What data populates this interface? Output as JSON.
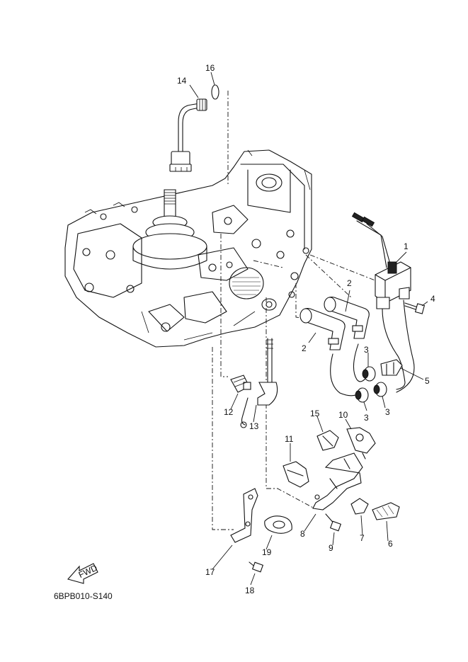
{
  "diagram": {
    "code": "6BPB010-S140",
    "fwd_label": "FWD",
    "callouts": [
      {
        "id": "c1",
        "label": "1"
      },
      {
        "id": "c2a",
        "label": "2"
      },
      {
        "id": "c2b",
        "label": "2"
      },
      {
        "id": "c3a",
        "label": "3"
      },
      {
        "id": "c3b",
        "label": "3"
      },
      {
        "id": "c3c",
        "label": "3"
      },
      {
        "id": "c4",
        "label": "4"
      },
      {
        "id": "c5",
        "label": "5"
      },
      {
        "id": "c6",
        "label": "6"
      },
      {
        "id": "c7",
        "label": "7"
      },
      {
        "id": "c8",
        "label": "8"
      },
      {
        "id": "c9",
        "label": "9"
      },
      {
        "id": "c10",
        "label": "10"
      },
      {
        "id": "c11",
        "label": "11"
      },
      {
        "id": "c12",
        "label": "12"
      },
      {
        "id": "c13",
        "label": "13"
      },
      {
        "id": "c14",
        "label": "14"
      },
      {
        "id": "c15",
        "label": "15"
      },
      {
        "id": "c16",
        "label": "16"
      },
      {
        "id": "c17",
        "label": "17"
      },
      {
        "id": "c18",
        "label": "18"
      },
      {
        "id": "c19",
        "label": "19"
      }
    ]
  }
}
